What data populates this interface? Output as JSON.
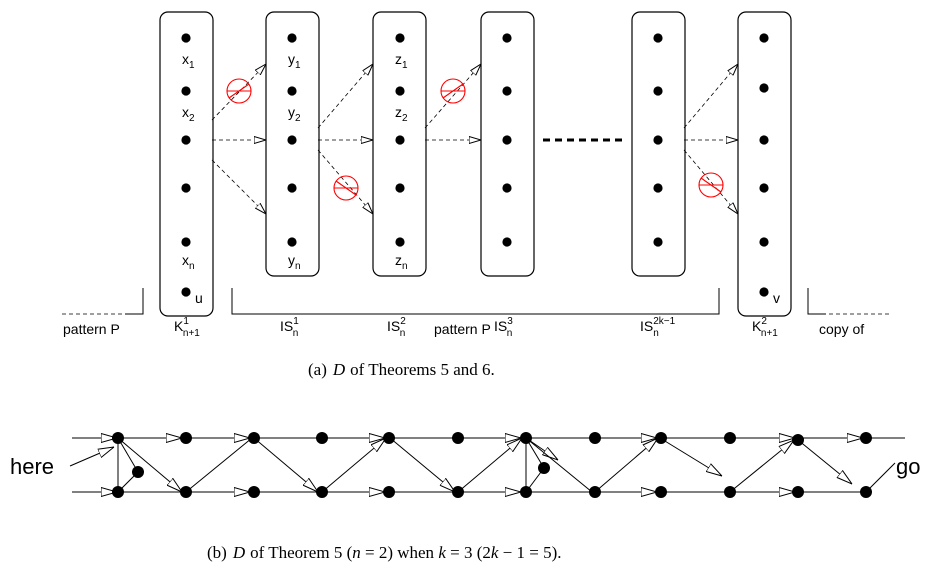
{
  "colors": {
    "forbidden_mark": "#ff0000",
    "ink": "#000000"
  },
  "panel_a": {
    "caption": {
      "label": "(a)",
      "D": "D",
      "rest": "of Theorems 5 and 6."
    },
    "columns": [
      {
        "base": "K",
        "sup": "1",
        "sub": "n+1"
      },
      {
        "base": "IS",
        "sup": "1",
        "sub": "n"
      },
      {
        "base": "IS",
        "sup": "2",
        "sub": "n"
      },
      {
        "base": "IS",
        "sup": "3",
        "sub": "n"
      },
      {
        "base": "IS",
        "sup": "2k−1",
        "sub": "n"
      },
      {
        "base": "K",
        "sup": "2",
        "sub": "n+1"
      }
    ],
    "vertex_labels": {
      "x1": {
        "base": "x",
        "sub": "1"
      },
      "x2": {
        "base": "x",
        "sub": "2"
      },
      "xn": {
        "base": "x",
        "sub": "n"
      },
      "u": "u",
      "y1": {
        "base": "y",
        "sub": "1"
      },
      "y2": {
        "base": "y",
        "sub": "2"
      },
      "yn": {
        "base": "y",
        "sub": "n"
      },
      "z1": {
        "base": "z",
        "sub": "1"
      },
      "z2": {
        "base": "z",
        "sub": "2"
      },
      "zn": {
        "base": "z",
        "sub": "n"
      },
      "v": "v"
    },
    "brackets": {
      "left": "pattern P",
      "middle": "pattern P",
      "right": "copy of"
    }
  },
  "panel_b": {
    "caption": {
      "label": "(b)",
      "D": "D",
      "mid": "of Theorem 5 (",
      "n": "n",
      "n_eq": " = 2) when ",
      "k": "k",
      "k_eq": " = 3 (2",
      "k2": "k",
      "tail": " − 1 = 5)."
    },
    "start_label": "here",
    "end_label": "go"
  }
}
